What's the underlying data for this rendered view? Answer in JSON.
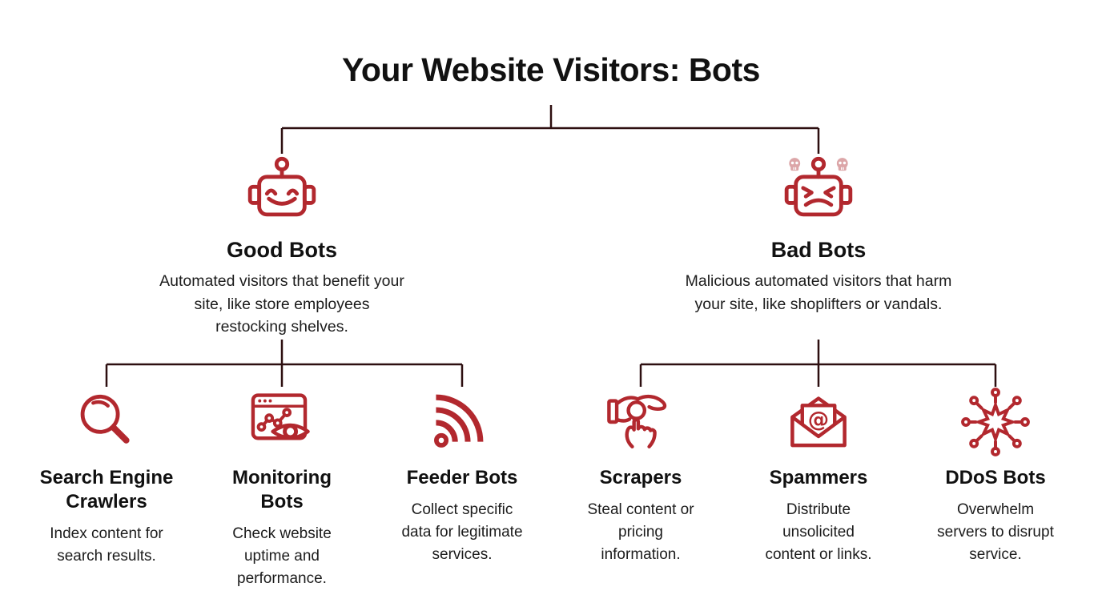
{
  "title": "Your Website Visitors: Bots",
  "colors": {
    "accent_red": "#B2282E",
    "connector_line": "#2D0F10",
    "skull_pink": "#DCA6A8",
    "text": "#161616",
    "background": "#FFFFFF"
  },
  "branches": [
    {
      "id": "good-bots",
      "icon": "happy-robot-icon",
      "label": "Good Bots",
      "description_lines": [
        "Automated visitors that benefit your",
        "site, like store employees",
        "restocking shelves."
      ],
      "children": [
        {
          "id": "search-engine-crawlers",
          "icon": "magnifier-icon",
          "label_lines": [
            "Search Engine",
            "Crawlers"
          ],
          "description_lines": [
            "Index content for",
            "search results."
          ]
        },
        {
          "id": "monitoring-bots",
          "icon": "browser-eye-icon",
          "label_lines": [
            "Monitoring",
            "Bots"
          ],
          "description_lines": [
            "Check website",
            "uptime and",
            "performance."
          ]
        },
        {
          "id": "feeder-bots",
          "icon": "rss-feed-icon",
          "label_lines": [
            "Feeder Bots"
          ],
          "description_lines": [
            "Collect specific",
            "data for legitimate",
            "services."
          ]
        }
      ]
    },
    {
      "id": "bad-bots",
      "icon": "angry-robot-icon",
      "label": "Bad Bots",
      "description_lines": [
        "Malicious automated visitors that harm",
        "your site, like shoplifters or vandals."
      ],
      "children": [
        {
          "id": "scrapers",
          "icon": "hand-press-icon",
          "label_lines": [
            "Scrapers"
          ],
          "description_lines": [
            "Steal content or",
            "pricing",
            "information."
          ]
        },
        {
          "id": "spammers",
          "icon": "spam-email-icon",
          "label_lines": [
            "Spammers"
          ],
          "description_lines": [
            "Distribute",
            "unsolicited",
            "content or links."
          ]
        },
        {
          "id": "ddos-bots",
          "icon": "network-burst-icon",
          "label_lines": [
            "DDoS Bots"
          ],
          "description_lines": [
            "Overwhelm",
            "servers to disrupt",
            "service."
          ]
        }
      ]
    }
  ]
}
